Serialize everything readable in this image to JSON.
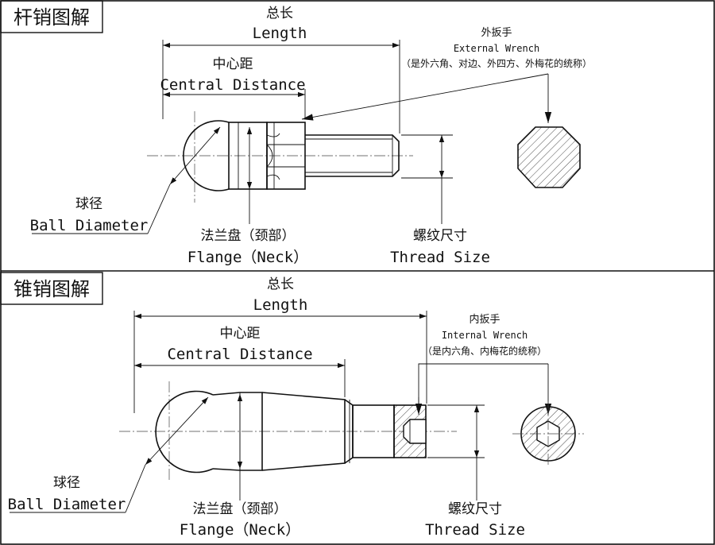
{
  "rod_section": {
    "title": "杆销图解",
    "total_length_cn": "总长",
    "total_length_en": "Length",
    "central_distance_cn": "中心距",
    "central_distance_en": "Central Distance",
    "wrench_cn": "外扳手",
    "wrench_en": "External Wrench",
    "wrench_note": "（是外六角、对边、外四方、外梅花的统称）",
    "ball_diameter_cn": "球径",
    "ball_diameter_en": "Ball Diameter",
    "flange_cn": "法兰盘（颈部）",
    "flange_en": "Flange（Neck）",
    "thread_cn": "螺纹尺寸",
    "thread_en": "Thread Size"
  },
  "taper_section": {
    "title": "锥销图解",
    "total_length_cn": "总长",
    "total_length_en": "Length",
    "central_distance_cn": "中心距",
    "central_distance_en": "Central Distance",
    "wrench_cn": "内扳手",
    "wrench_en": "Internal Wrench",
    "wrench_note": "（是内六角、内梅花的统称）",
    "ball_diameter_cn": "球径",
    "ball_diameter_en": "Ball Diameter",
    "flange_cn": "法兰盘（颈部）",
    "flange_en": "Flange（Neck）",
    "thread_cn": "螺纹尺寸",
    "thread_en": "Thread Size"
  }
}
